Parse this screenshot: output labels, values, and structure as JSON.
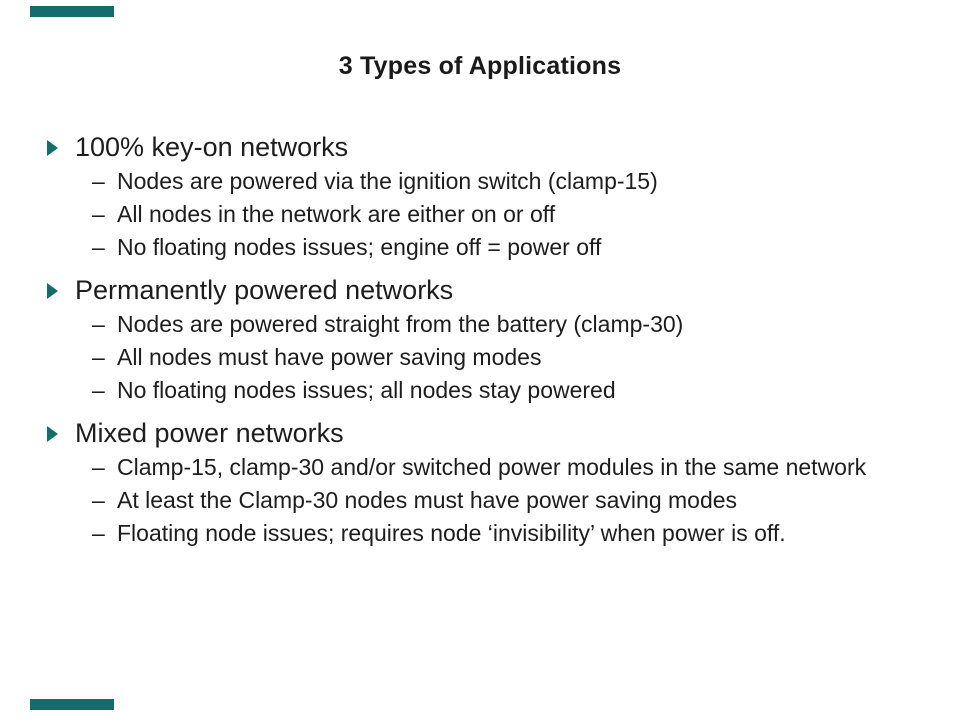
{
  "slide": {
    "title": "3 Types of Applications",
    "sub_marker": "–",
    "colors": {
      "accent_teal": "#146c6c",
      "text": "#1d1d1d",
      "background": "#ffffff"
    },
    "sections": [
      {
        "heading": "100% key-on networks",
        "items": [
          "Nodes are powered via the ignition switch (clamp-15)",
          "All nodes in the network are either on or off",
          "No floating nodes issues; engine off = power off"
        ]
      },
      {
        "heading": "Permanently powered networks",
        "items": [
          "Nodes are powered straight from the battery (clamp-30)",
          "All nodes must have power saving modes",
          "No floating nodes issues; all nodes stay powered"
        ]
      },
      {
        "heading": "Mixed power networks",
        "items": [
          "Clamp-15, clamp-30 and/or switched power modules in the same network",
          "At least the Clamp-30 nodes must have power saving modes",
          "Floating node issues; requires node ‘invisibility’ when power is off."
        ]
      }
    ]
  }
}
